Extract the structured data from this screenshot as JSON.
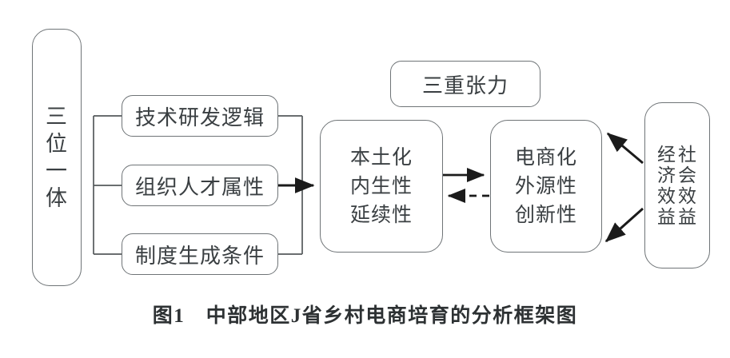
{
  "figure": {
    "caption": "图1　中部地区J省乡村电商培育的分析框架图",
    "background_color": "#ffffff",
    "line_color": "#6f7477",
    "arrow_color": "#1b1b1b",
    "text_color": "#3a3f42"
  },
  "nodes": {
    "trinity": {
      "name": "三位一体",
      "chars": [
        "三",
        "位",
        "一",
        "体"
      ]
    },
    "tech": {
      "label": "技术研发逻辑"
    },
    "org": {
      "label": "组织人才属性"
    },
    "institution": {
      "label": "制度生成条件"
    },
    "tension": {
      "label": "三重张力"
    },
    "local": {
      "lines": [
        "本土化",
        "内生性",
        "延续性"
      ]
    },
    "ecommerce": {
      "lines": [
        "电商化",
        "外源性",
        "创新性"
      ]
    },
    "benefit": {
      "column_left": [
        "经",
        "济",
        "效",
        "益"
      ],
      "column_right": [
        "社",
        "会",
        "效",
        "益"
      ]
    }
  },
  "connectors": [
    {
      "id": "trinity-to-tech",
      "type": "orthogonal-line",
      "style": "solid"
    },
    {
      "id": "trinity-to-org",
      "type": "orthogonal-line",
      "style": "solid"
    },
    {
      "id": "trinity-to-institution",
      "type": "orthogonal-line",
      "style": "solid"
    },
    {
      "id": "three-boxes-to-local",
      "type": "merge-arrow",
      "style": "solid",
      "direction": "right"
    },
    {
      "id": "local-to-ecommerce",
      "type": "arrow",
      "style": "solid",
      "direction": "right"
    },
    {
      "id": "ecommerce-to-local",
      "type": "arrow",
      "style": "dashed",
      "direction": "left"
    },
    {
      "id": "benefit-to-local-upper",
      "type": "arrow",
      "style": "solid",
      "direction": "up-left"
    },
    {
      "id": "benefit-to-ecommerce-lower",
      "type": "arrow",
      "style": "solid",
      "direction": "down-left"
    }
  ]
}
